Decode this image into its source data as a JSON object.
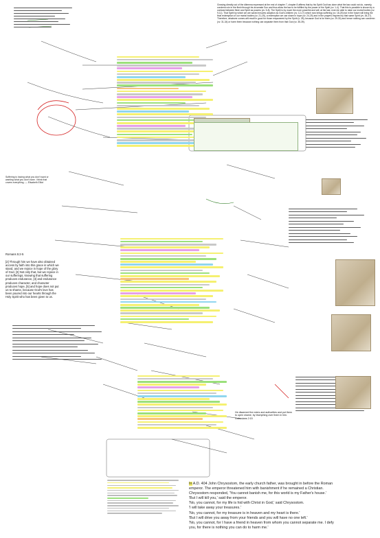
{
  "top_right_paragraph": "Growing directly out of the dilemma expressed at the end of chapter 7, chapter 8 affirms that by his Spirit God has done what the law could not do, namely, condemn sin in the flesh through his incarnate Son and thus allow the law to be fulfilled by the power of the Spirit (vv. 1-4). That this is possible is shown by a contrast between flesh and Spirit as powers (vv. 5-8). The Spirit is by much the more powerful and will, at the last, even be able to raise our mortal bodies (vv. 9-11). That Spirit by which we are saved ensures adoption as God's children (vv. 12-17) which now brings suffering (vv. 18-25) but in the future will bring the final redemption of our mortal bodies (vv. 21-25), a redemption we can share in hope (vv. 24-25) and in the prayers inspired by that same Spirit (vv. 26-27). Therefore, whatever comes will result in good for those empowered by the Spirit (v. 28), because God is for them (vv. 29-30) and hence nothing can condemn (vv. 31-34) or harm them because nothing can separate them from that God (vv. 35-39).",
  "left_quote": "Suffering is having what you don't want or wanting what you don't have. I think that covers everything. — Elisabeth Elliot",
  "romans_heading": "Romans 5:2-5",
  "romans_text": "[2] Through him we have also obtained access by faith into this grace in which we stand, and we rejoice in hope of the glory of God. [3] Not only that, but we rejoice in our sufferings, knowing that suffering produces endurance, [4] and endurance produces character, and character produces hope, [5] and hope does not put us to shame, because God's love has been poured into our hearts through the Holy Spirit who has been given to us.",
  "colossians_text": "He disarmed the rulers and authorities and put them to open shame, by triumphing over them in him. Colossians 2:15",
  "chrysostom_lines": [
    "In A.D. 404 John Chrysostom, the early church father, was brought in before the Roman",
    "emperor. The emperor threatened him with banishment if he remained a Christian.",
    "Chrysostom responded, 'You cannot banish me, for this world is my Father's house.'",
    "'But I will kill you,' said the emperor.",
    "'No, you cannot, for my life is hid with Christ in God,' said Chrysostom.",
    "'I will take away your treasures.'",
    "'No, you cannot, for my treasure is in heaven and my heart is there.'",
    "'But I will drive you away from your friends and you will have no one left.'",
    "'No, you cannot, for I have a friend in heaven from whom you cannot separate me. I defy",
    "you, for there is nothing you can do to harm me.'"
  ],
  "chrysostom_highlight": "In",
  "colors": {
    "highlight_yellow": "#f5f070",
    "highlight_green": "#9be07b",
    "highlight_purple": "#e6a0e8",
    "highlight_blue": "#8fd6ef",
    "ink_red": "#d42020",
    "ink_green": "#2b7a1f"
  }
}
